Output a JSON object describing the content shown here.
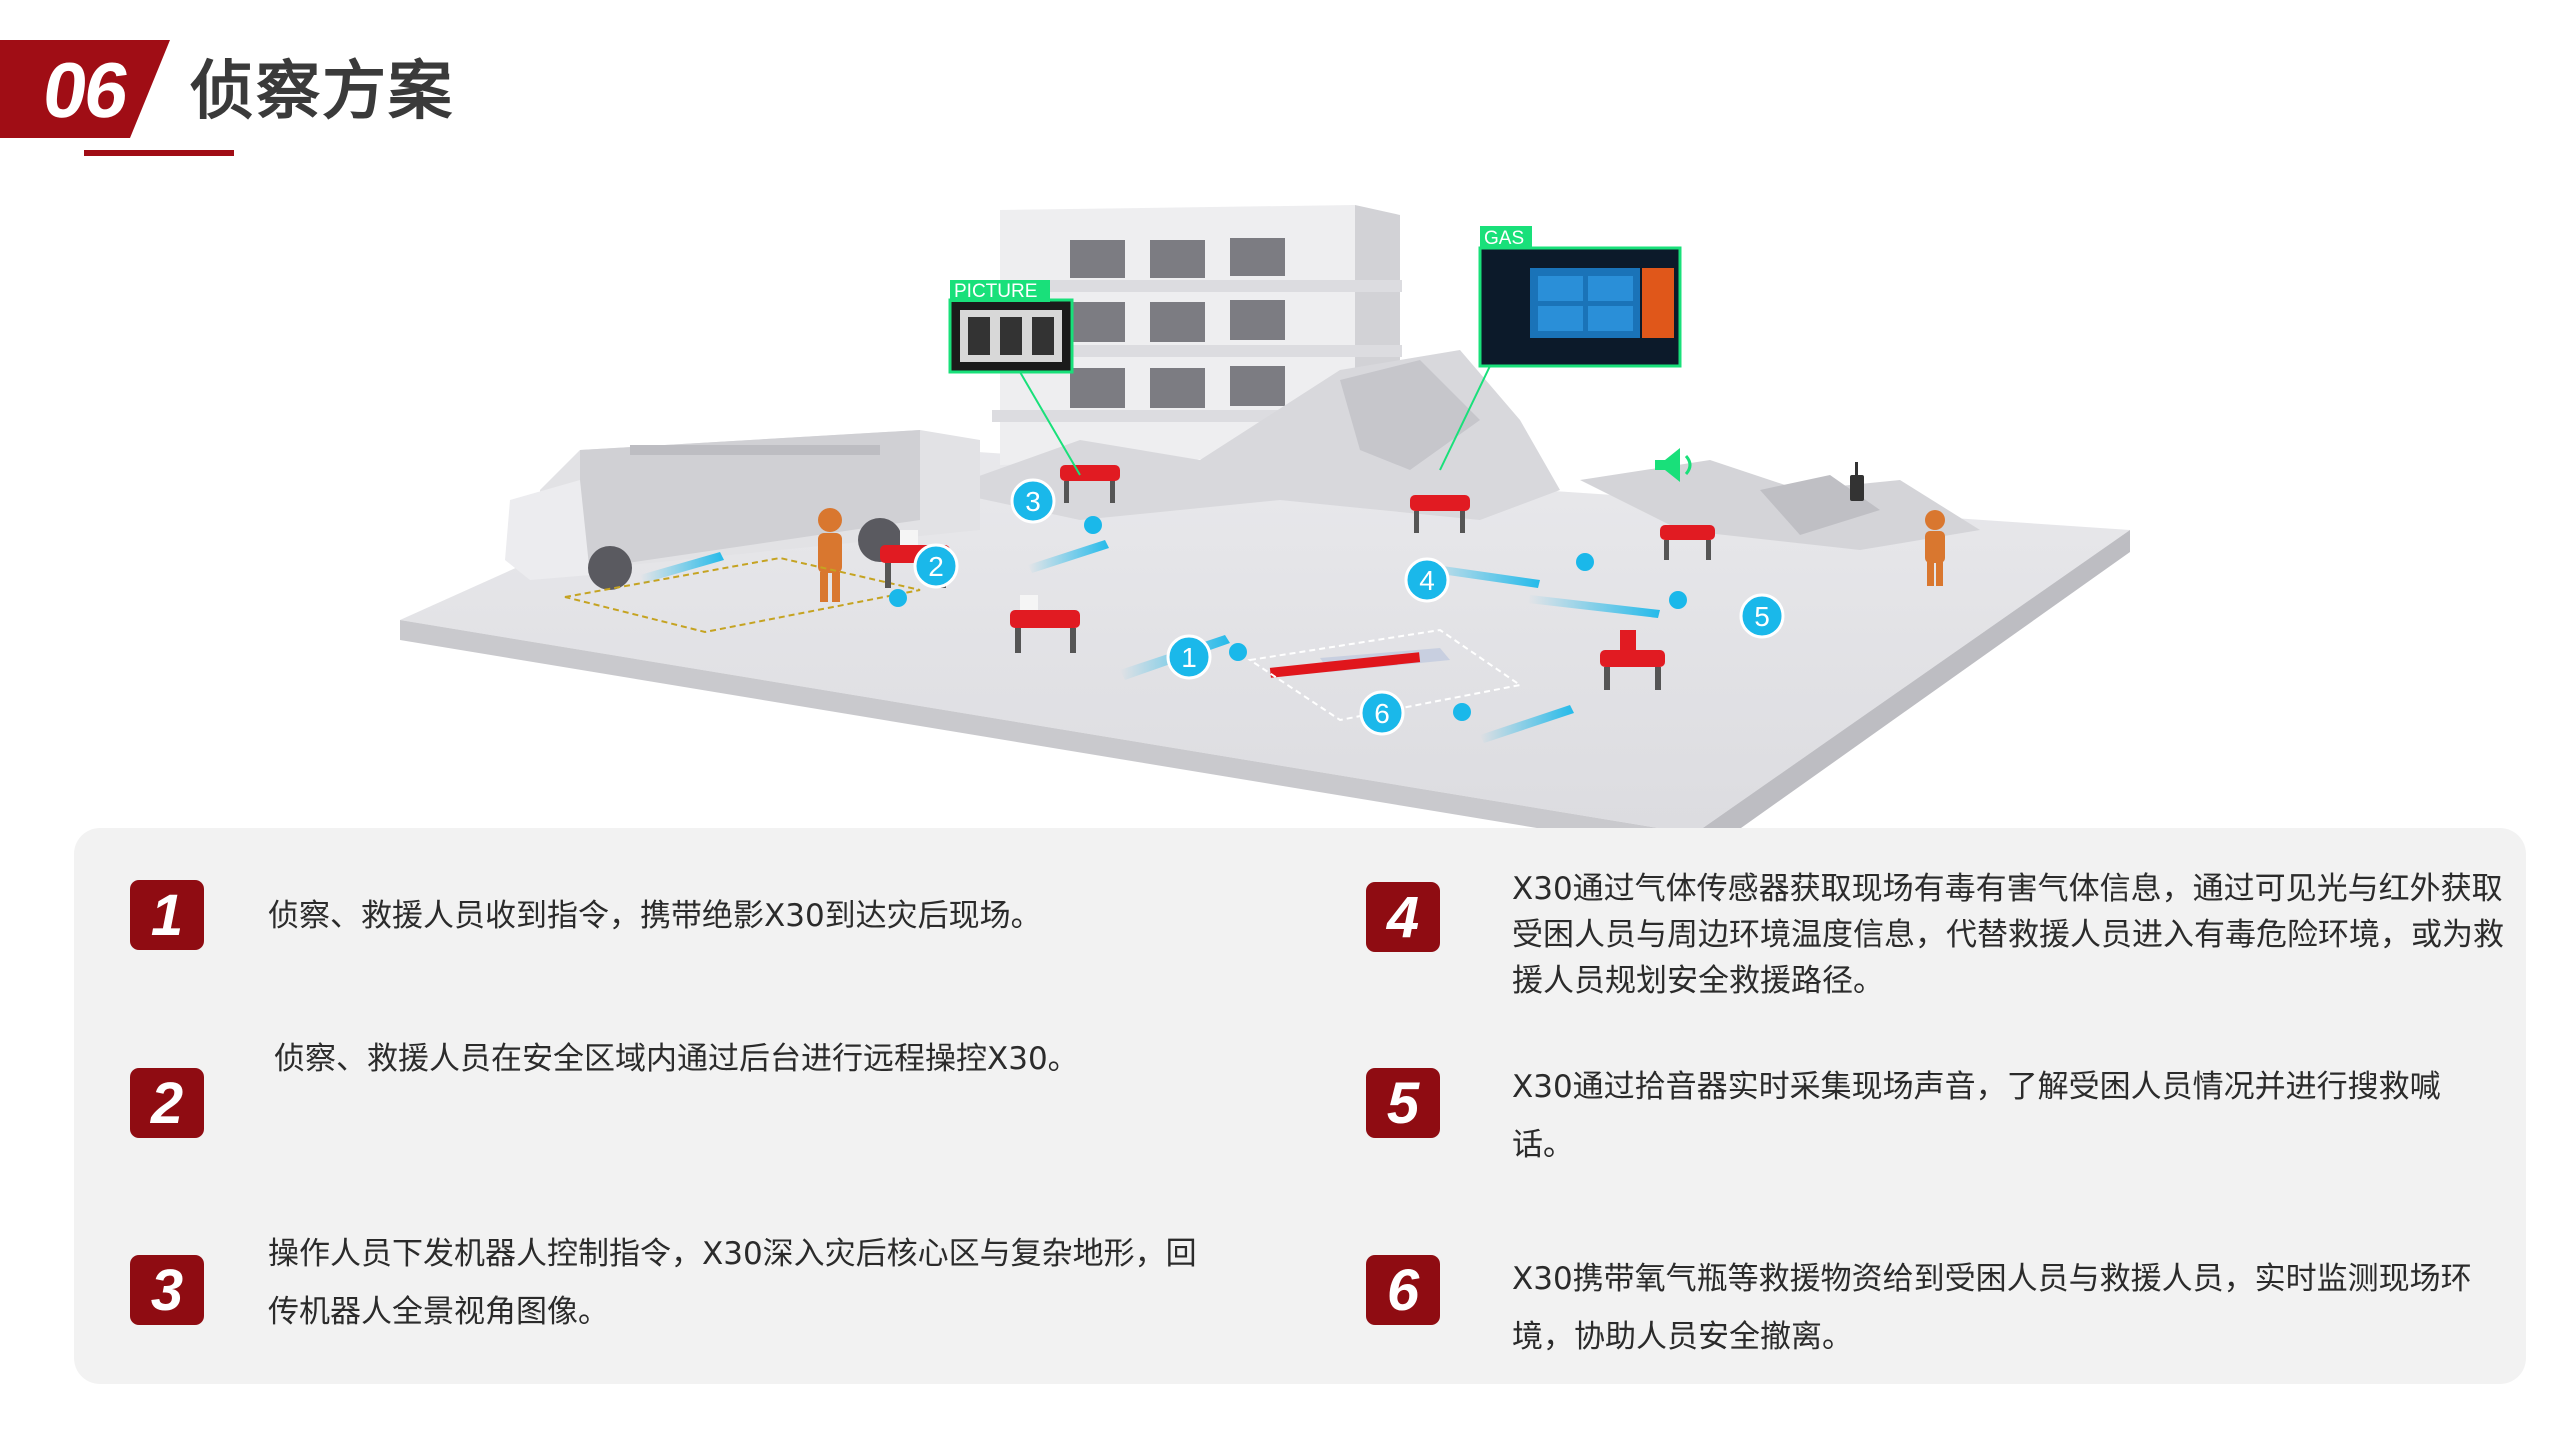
{
  "header": {
    "section_number": "06",
    "title": "侦察方案"
  },
  "scene": {
    "callouts": {
      "picture_label": "PICTURE",
      "gas_label": "GAS"
    },
    "step_markers": [
      "1",
      "2",
      "3",
      "4",
      "5",
      "6"
    ]
  },
  "steps": [
    {
      "number": "1",
      "text": "侦察、救援人员收到指令，携带绝影X30到达灾后现场。"
    },
    {
      "number": "2",
      "text": "侦察、救援人员在安全区域内通过后台进行远程操控X30。"
    },
    {
      "number": "3",
      "text": "操作人员下发机器人控制指令，X30深入灾后核心区与复杂地形，回传机器人全景视角图像。"
    },
    {
      "number": "4",
      "text": "X30通过气体传感器获取现场有毒有害气体信息，通过可见光与红外获取受困人员与周边环境温度信息，代替救援人员进入有毒危险环境，或为救援人员规划安全救援路径。"
    },
    {
      "number": "5",
      "text": "X30通过拾音器实时采集现场声音，了解受困人员情况并进行搜救喊话。"
    },
    {
      "number": "6",
      "text": "X30携带氧气瓶等救援物资给到受困人员与救援人员，实时监测现场环境，协助人员安全撤离。"
    }
  ],
  "colors": {
    "brand_red": "#8f0c12",
    "marker_cyan": "#1ab8ea",
    "callout_green": "#19e07a",
    "panel_bg": "#f2f2f2"
  }
}
